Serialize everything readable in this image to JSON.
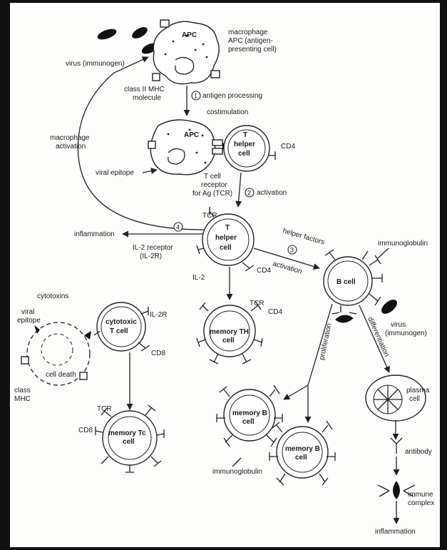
{
  "labels": {
    "virus_top": "virus (immunogen)",
    "apc1": "APC",
    "macrophage": [
      "macrophage",
      "APC (antigen-",
      "presenting cell)"
    ],
    "class2": [
      "class II MHC",
      "molecule"
    ],
    "step1": "antigen processing",
    "costim": "costimulation",
    "macro_act": [
      "macrophage",
      "activation"
    ],
    "apc2": "APC",
    "t_helper1": [
      "T",
      "helper",
      "cell"
    ],
    "cd4_a": "CD4",
    "viral_epitope": "viral epitope",
    "tcr_note": [
      "T cell",
      "receptor",
      "for Ag (TCR)"
    ],
    "step2": "activation",
    "tcr_main": "TCR",
    "inflammation_left": "inflammation",
    "il2r_main": [
      "IL-2 receptor",
      "(IL-2R)"
    ],
    "t_helper2": [
      "T",
      "helper",
      "cell"
    ],
    "cd4_b": "CD4",
    "il2": "IL-2",
    "helper_factors": "helper factors",
    "activation3": "activation",
    "b_cell": "B cell",
    "immunoglobulin_top": "immunoglobulin",
    "virus_right": [
      "virus",
      "(immunogen)"
    ],
    "cytotoxins": "cytotoxins",
    "viral_epitope_left": [
      "viral",
      "epitope"
    ],
    "cytotoxic": [
      "cytotoxic",
      "T cell"
    ],
    "il2r_ct": "IL-2R",
    "cd8_a": "CD8",
    "cell_death": "cell death",
    "class_mhc": [
      "class",
      "MHC"
    ],
    "tcr_mth": "TCR",
    "cd4_c": "CD4",
    "memory_th": [
      "memory TH",
      "cell"
    ],
    "proliferation": "proliferation",
    "differentiation": "differentiation",
    "plasma": [
      "plasma",
      "cell"
    ],
    "tcr_mtc": "TCR",
    "cd8_b": "CD8",
    "memory_tc": [
      "memory Tc",
      "cell"
    ],
    "memory_b1": [
      "memory B",
      "cell"
    ],
    "memory_b2": [
      "memory B",
      "cell"
    ],
    "immunoglobulin_bottom": "immunoglobulin",
    "antibody": "antibody",
    "immune_complex": [
      "immune",
      "complex"
    ],
    "inflammation_bottom": "inflammation",
    "num1": "1",
    "num2": "2",
    "num3": "3",
    "num4": "4"
  }
}
